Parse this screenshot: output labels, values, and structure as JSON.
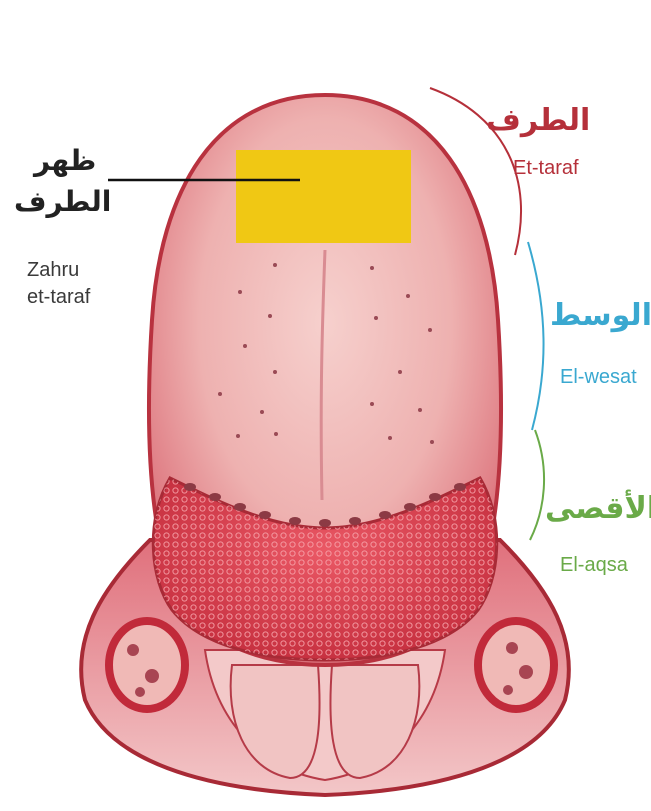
{
  "labels": {
    "dorsum": {
      "arabic_line1": "ظهر",
      "arabic_line2": "الطرف",
      "latin_line1": "Zahru",
      "latin_line2": "et-taraf"
    },
    "tip": {
      "arabic": "الطرف",
      "latin": "Et-taraf",
      "color": "#b5303a"
    },
    "middle": {
      "arabic": "الوسط",
      "latin": "El-wesat",
      "color": "#3aa8d0"
    },
    "back": {
      "arabic": "الأقصى",
      "latin": "El-aqsa",
      "color": "#6aaa48"
    }
  },
  "colors": {
    "highlight_box": "#f0c814",
    "tongue_light": "#f2b9b8",
    "tongue_dark": "#c8303e",
    "tongue_outline": "#a82a36",
    "papillae": "#8c3a44",
    "leader_line": "#111111"
  }
}
